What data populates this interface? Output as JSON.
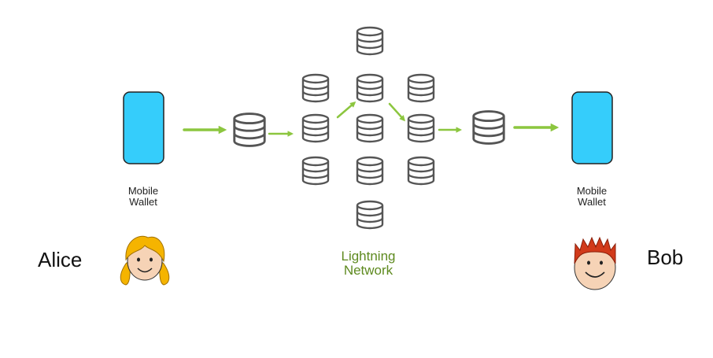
{
  "alice": {
    "name": "Alice",
    "wallet_label_line1": "Mobile",
    "wallet_label_line2": "Wallet"
  },
  "bob": {
    "name": "Bob",
    "wallet_label_line1": "Mobile",
    "wallet_label_line2": "Wallet"
  },
  "network": {
    "label_line1": "Lightning",
    "label_line2": "Network"
  },
  "colors": {
    "phone": "#35cdfb",
    "arrow": "#8cc63f",
    "network_label": "#5e8a1f",
    "node_stroke": "#555555",
    "alice_hair": "#f5b400",
    "bob_hair": "#d13a1a",
    "skin": "#f6d3b6"
  },
  "icons": {
    "phone": "smartphone-icon",
    "node": "database-icon",
    "alice": "alice-avatar-icon",
    "bob": "bob-avatar-icon",
    "arrow": "arrow-right-icon"
  }
}
